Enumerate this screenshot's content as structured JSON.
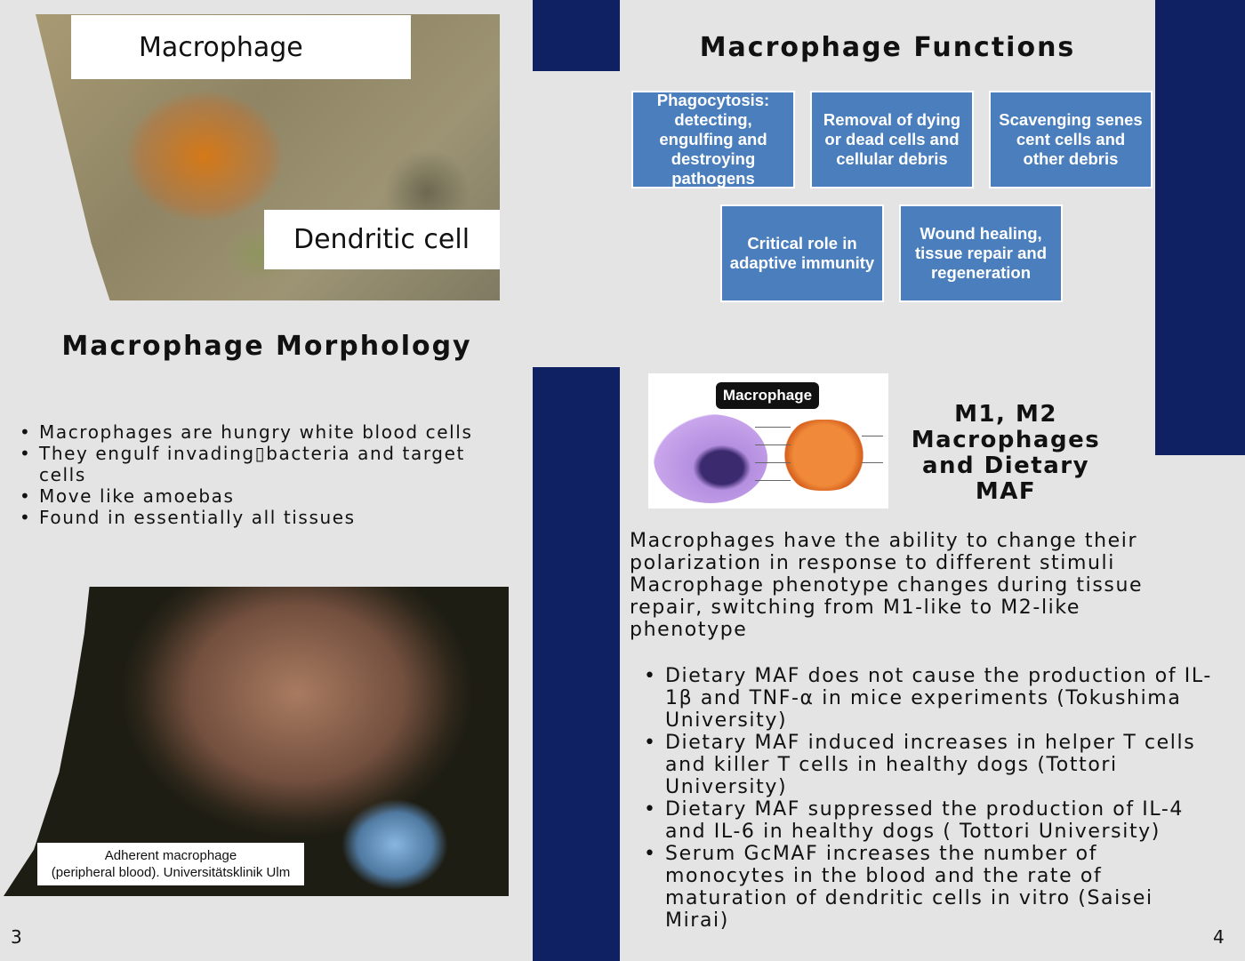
{
  "left_page": {
    "photo_top_labels": {
      "macrophage": "Macrophage",
      "dendritic": "Dendritic cell"
    },
    "title": "Macrophage Morphology",
    "bullets": [
      "Macrophages are hungry white blood cells",
      "They engulf invading▯bacteria and target cells",
      "Move like amoebas",
      "Found in essentially all tissues"
    ],
    "photo_bottom_caption_line1": "Adherent macrophage",
    "photo_bottom_caption_line2": "(peripheral blood). Universitätsklinik Ulm",
    "page_number": "3"
  },
  "right_page": {
    "title": "Macrophage Functions",
    "functions": [
      "Phagocytosis: detecting, engulfing and destroying pathogens",
      "Removal of dying or dead cells and cellular debris",
      "Scavenging senes cent cells and other debris",
      "Critical role in adaptive immunity",
      "Wound healing, tissue repair and regeneration"
    ],
    "image_tag": "Macrophage",
    "m_title_line1": "M1, M2",
    "m_title_line2": "Macrophages",
    "m_title_line3": "and Dietary MAF",
    "paragraph": "Macrophages have the ability to change their polarization in response to different stimuli Macrophage phenotype changes during tissue repair, switching from M1-like to M2-like phenotype",
    "bullets": [
      "Dietary MAF does not cause the production of IL-1β and TNF-α in mice experiments (Tokushima University)",
      "Dietary MAF induced increases in helper T cells and killer T cells in healthy dogs (Tottori University)",
      "Dietary MAF suppressed the production of IL-4 and IL-6 in healthy dogs ( Tottori University)",
      "Serum GcMAF increases the number of monocytes in the blood and the rate of maturation of dendritic cells in vitro (Saisei Mirai)"
    ],
    "page_number": "4"
  },
  "colors": {
    "background": "#e4e4e4",
    "navy": "#0f2063",
    "function_box": "#4a7ebd"
  }
}
